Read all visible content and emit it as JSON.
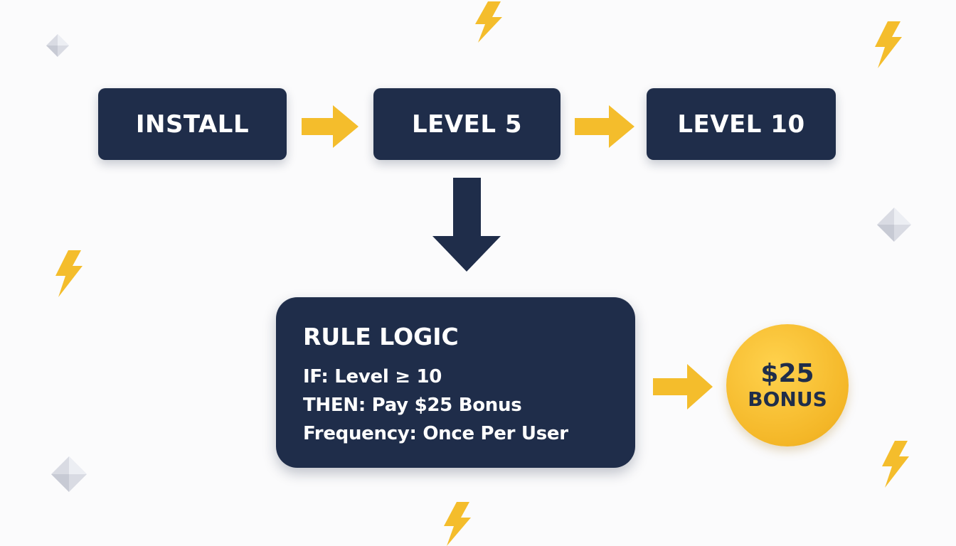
{
  "flow": {
    "steps": [
      "INSTALL",
      "LEVEL 5",
      "LEVEL 10"
    ]
  },
  "rule": {
    "title": "RULE LOGIC",
    "lines": [
      "IF: Level ≥ 10",
      "THEN: Pay $25 Bonus",
      "Frequency: Once Per User"
    ]
  },
  "bonus": {
    "amount": "$25",
    "label": "BONUS"
  },
  "colors": {
    "navy": "#1f2d4a",
    "arrow_yellow": "#f4bd2c",
    "coin_yellow": "#f4b728",
    "background": "#fbfbfc"
  },
  "icons": [
    "lightning-bolt-icon",
    "diamond-gem-icon",
    "arrow-right-icon",
    "arrow-down-icon"
  ]
}
